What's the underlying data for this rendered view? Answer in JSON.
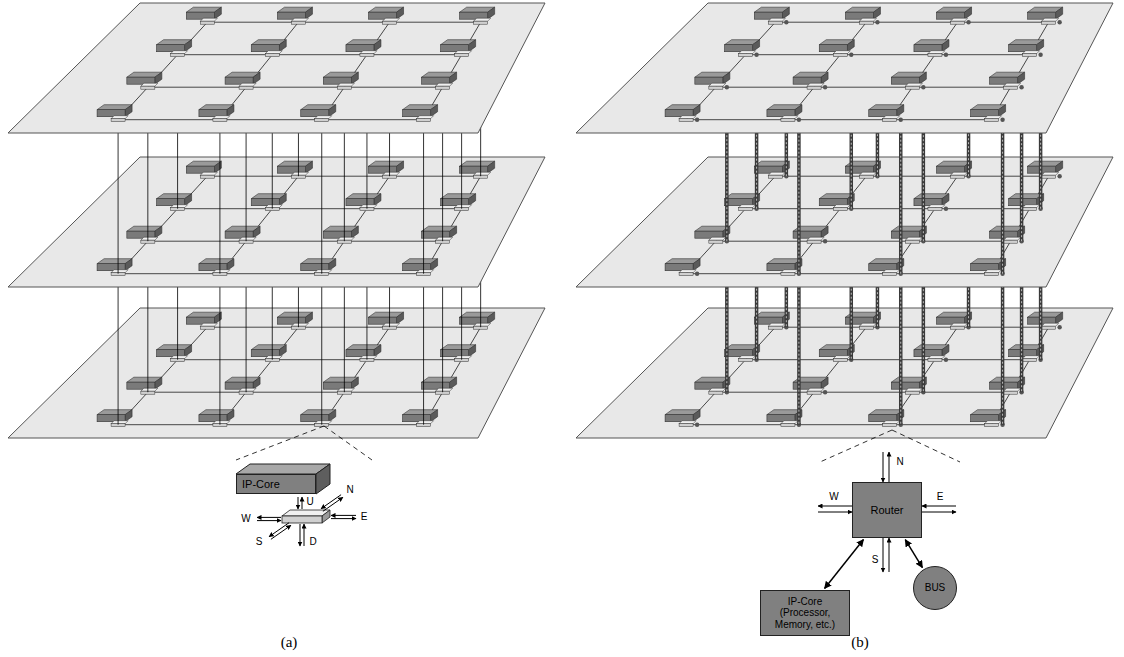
{
  "diagram": {
    "nodes": [
      {
        "text": [
          "IP-Core"
        ]
      },
      {
        "text": [
          "Router"
        ]
      },
      {
        "text": [
          "IP-Core (Processor, Memory, etc.)"
        ]
      },
      {
        "text": [
          "BUS"
        ]
      }
    ],
    "edges": [
      {
        "from": 1,
        "to": 2,
        "arrow": "both"
      },
      {
        "from": 1,
        "to": 3,
        "arrow": "both"
      }
    ],
    "labels": [
      "U",
      "N",
      "W",
      "E",
      "S",
      "D",
      "N",
      "W",
      "E",
      "S",
      "(a)",
      "(b)"
    ]
  }
}
